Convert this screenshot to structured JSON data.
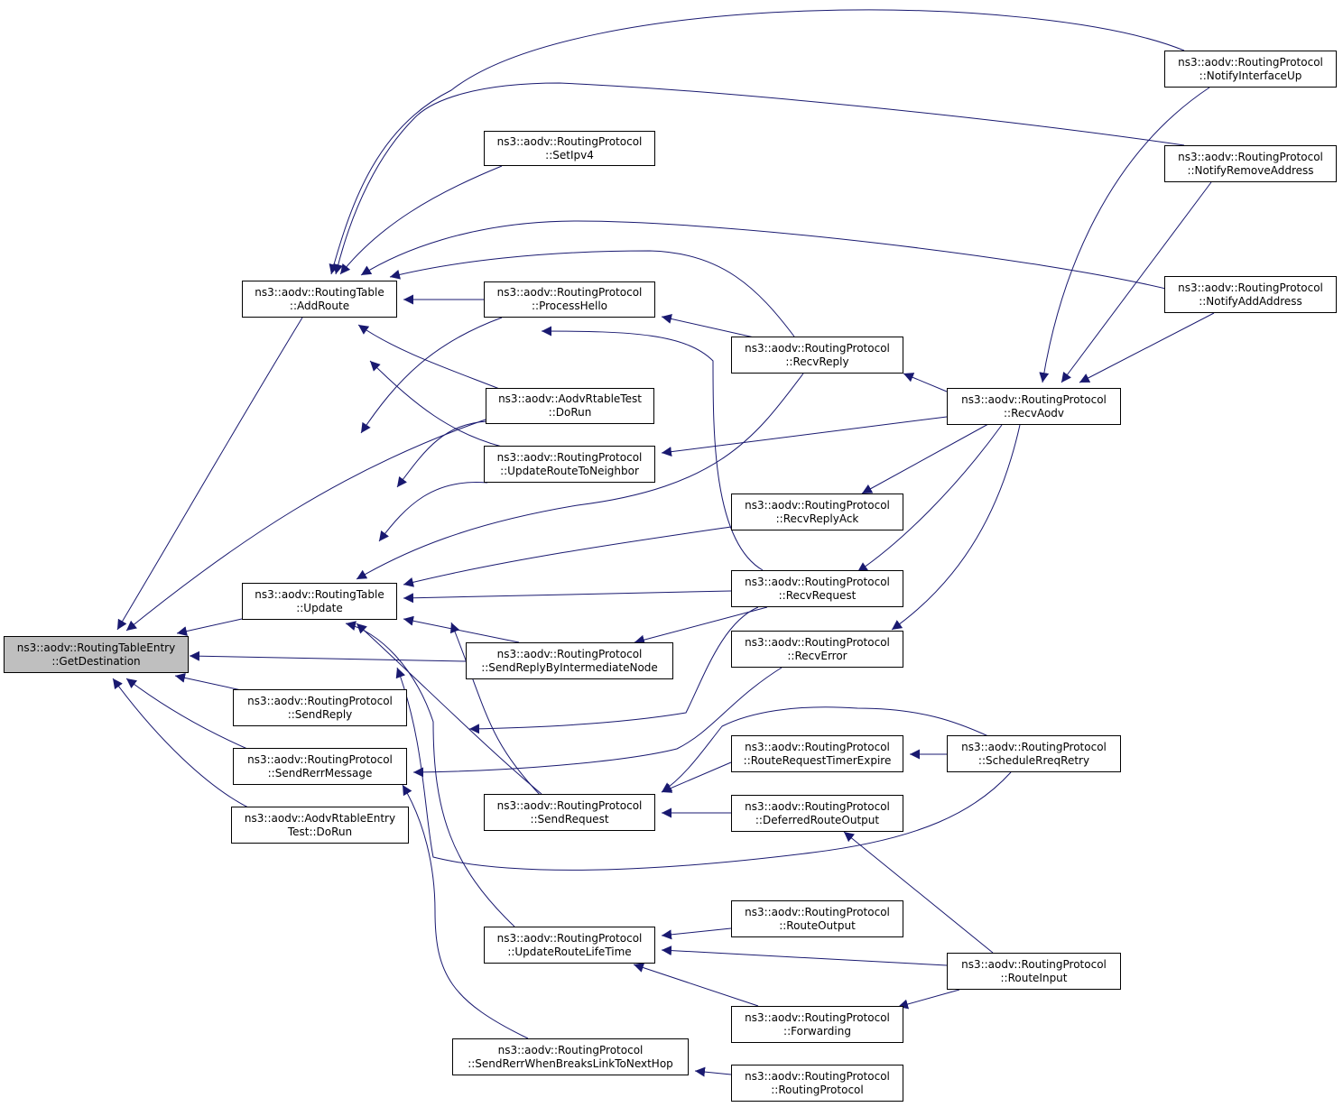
{
  "colors": {
    "edge": "#191970",
    "focus_fill": "#bfbfbf",
    "border": "#000000"
  },
  "nodes": [
    {
      "id": "getdest",
      "l1": "ns3::aodv::RoutingTableEntry",
      "l2": "::GetDestination",
      "focus": true
    },
    {
      "id": "addroute",
      "l1": "ns3::aodv::RoutingTable",
      "l2": "::AddRoute"
    },
    {
      "id": "update",
      "l1": "ns3::aodv::RoutingTable",
      "l2": "::Update"
    },
    {
      "id": "sendreply",
      "l1": "ns3::aodv::RoutingProtocol",
      "l2": "::SendReply"
    },
    {
      "id": "sendrerrmsg",
      "l1": "ns3::aodv::RoutingProtocol",
      "l2": "::SendRerrMessage"
    },
    {
      "id": "entrytest",
      "l1": "ns3::aodv::AodvRtableEntry",
      "l2": "Test::DoRun"
    },
    {
      "id": "setipv4",
      "l1": "ns3::aodv::RoutingProtocol",
      "l2": "::SetIpv4"
    },
    {
      "id": "processhello",
      "l1": "ns3::aodv::RoutingProtocol",
      "l2": "::ProcessHello"
    },
    {
      "id": "rtabletest",
      "l1": "ns3::aodv::AodvRtableTest",
      "l2": "::DoRun"
    },
    {
      "id": "updneighbor",
      "l1": "ns3::aodv::RoutingProtocol",
      "l2": "::UpdateRouteToNeighbor"
    },
    {
      "id": "sendreplyinter",
      "l1": "ns3::aodv::RoutingProtocol",
      "l2": "::SendReplyByIntermediateNode"
    },
    {
      "id": "sendrequest",
      "l1": "ns3::aodv::RoutingProtocol",
      "l2": "::SendRequest"
    },
    {
      "id": "updlifetime",
      "l1": "ns3::aodv::RoutingProtocol",
      "l2": "::UpdateRouteLifeTime"
    },
    {
      "id": "sendrerrbreaks",
      "l1": "ns3::aodv::RoutingProtocol",
      "l2": "::SendRerrWhenBreaksLinkToNextHop"
    },
    {
      "id": "recvreply",
      "l1": "ns3::aodv::RoutingProtocol",
      "l2": "::RecvReply"
    },
    {
      "id": "recvreplyack",
      "l1": "ns3::aodv::RoutingProtocol",
      "l2": "::RecvReplyAck"
    },
    {
      "id": "recvrequest",
      "l1": "ns3::aodv::RoutingProtocol",
      "l2": "::RecvRequest"
    },
    {
      "id": "recverror",
      "l1": "ns3::aodv::RoutingProtocol",
      "l2": "::RecvError"
    },
    {
      "id": "rreqtimer",
      "l1": "ns3::aodv::RoutingProtocol",
      "l2": "::RouteRequestTimerExpire"
    },
    {
      "id": "deferred",
      "l1": "ns3::aodv::RoutingProtocol",
      "l2": "::DeferredRouteOutput"
    },
    {
      "id": "routeoutput",
      "l1": "ns3::aodv::RoutingProtocol",
      "l2": "::RouteOutput"
    },
    {
      "id": "forwarding",
      "l1": "ns3::aodv::RoutingProtocol",
      "l2": "::Forwarding"
    },
    {
      "id": "routingprotocol",
      "l1": "ns3::aodv::RoutingProtocol",
      "l2": "::RoutingProtocol"
    },
    {
      "id": "recvaodv",
      "l1": "ns3::aodv::RoutingProtocol",
      "l2": "::RecvAodv"
    },
    {
      "id": "schedrreq",
      "l1": "ns3::aodv::RoutingProtocol",
      "l2": "::ScheduleRreqRetry"
    },
    {
      "id": "routeinput",
      "l1": "ns3::aodv::RoutingProtocol",
      "l2": "::RouteInput"
    },
    {
      "id": "notifyup",
      "l1": "ns3::aodv::RoutingProtocol",
      "l2": "::NotifyInterfaceUp"
    },
    {
      "id": "notifyremove",
      "l1": "ns3::aodv::RoutingProtocol",
      "l2": "::NotifyRemoveAddress"
    },
    {
      "id": "notifyadd",
      "l1": "ns3::aodv::RoutingProtocol",
      "l2": "::NotifyAddAddress"
    }
  ],
  "edges": [
    {
      "from": "addroute",
      "to": "getdest"
    },
    {
      "from": "rtabletest",
      "to": "getdest"
    },
    {
      "from": "update",
      "to": "getdest"
    },
    {
      "from": "sendreplyinter",
      "to": "getdest"
    },
    {
      "from": "sendreply",
      "to": "getdest"
    },
    {
      "from": "sendrerrmsg",
      "to": "getdest"
    },
    {
      "from": "entrytest",
      "to": "getdest"
    },
    {
      "from": "notifyup",
      "to": "addroute"
    },
    {
      "from": "notifyremove",
      "to": "addroute"
    },
    {
      "from": "setipv4",
      "to": "addroute"
    },
    {
      "from": "notifyadd",
      "to": "addroute"
    },
    {
      "from": "recvreply",
      "to": "addroute"
    },
    {
      "from": "processhello",
      "to": "addroute"
    },
    {
      "from": "recvrequest",
      "to": "addroute"
    },
    {
      "from": "rtabletest",
      "to": "addroute"
    },
    {
      "from": "updneighbor",
      "to": "addroute"
    },
    {
      "from": "sendrequest",
      "to": "addroute"
    },
    {
      "from": "processhello",
      "to": "update"
    },
    {
      "from": "rtabletest",
      "to": "update"
    },
    {
      "from": "updneighbor",
      "to": "update"
    },
    {
      "from": "recvreply",
      "to": "update"
    },
    {
      "from": "recvreplyack",
      "to": "update"
    },
    {
      "from": "recvrequest",
      "to": "update"
    },
    {
      "from": "sendreplyinter",
      "to": "update"
    },
    {
      "from": "sendrequest",
      "to": "update"
    },
    {
      "from": "updlifetime",
      "to": "update"
    },
    {
      "from": "schedrreq",
      "to": "update"
    },
    {
      "from": "recvrequest",
      "to": "sendreply"
    },
    {
      "from": "recverror",
      "to": "sendrerrmsg"
    },
    {
      "from": "sendrerrbreaks",
      "to": "sendrerrmsg"
    },
    {
      "from": "recvreply",
      "to": "processhello"
    },
    {
      "from": "recvaodv",
      "to": "updneighbor"
    },
    {
      "from": "recvrequest",
      "to": "sendreplyinter"
    },
    {
      "from": "rreqtimer",
      "to": "sendrequest"
    },
    {
      "from": "deferred",
      "to": "sendrequest"
    },
    {
      "from": "schedrreq",
      "to": "sendrequest"
    },
    {
      "from": "routeoutput",
      "to": "updlifetime"
    },
    {
      "from": "routeinput",
      "to": "updlifetime"
    },
    {
      "from": "forwarding",
      "to": "updlifetime"
    },
    {
      "from": "routingprotocol",
      "to": "sendrerrbreaks"
    },
    {
      "from": "recvaodv",
      "to": "recvreply"
    },
    {
      "from": "recvaodv",
      "to": "recvreplyack"
    },
    {
      "from": "recvaodv",
      "to": "recvrequest"
    },
    {
      "from": "recvaodv",
      "to": "recverror"
    },
    {
      "from": "schedrreq",
      "to": "rreqtimer"
    },
    {
      "from": "routeinput",
      "to": "deferred"
    },
    {
      "from": "routeinput",
      "to": "forwarding"
    },
    {
      "from": "notifyup",
      "to": "recvaodv"
    },
    {
      "from": "notifyremove",
      "to": "recvaodv"
    },
    {
      "from": "notifyadd",
      "to": "recvaodv"
    }
  ]
}
